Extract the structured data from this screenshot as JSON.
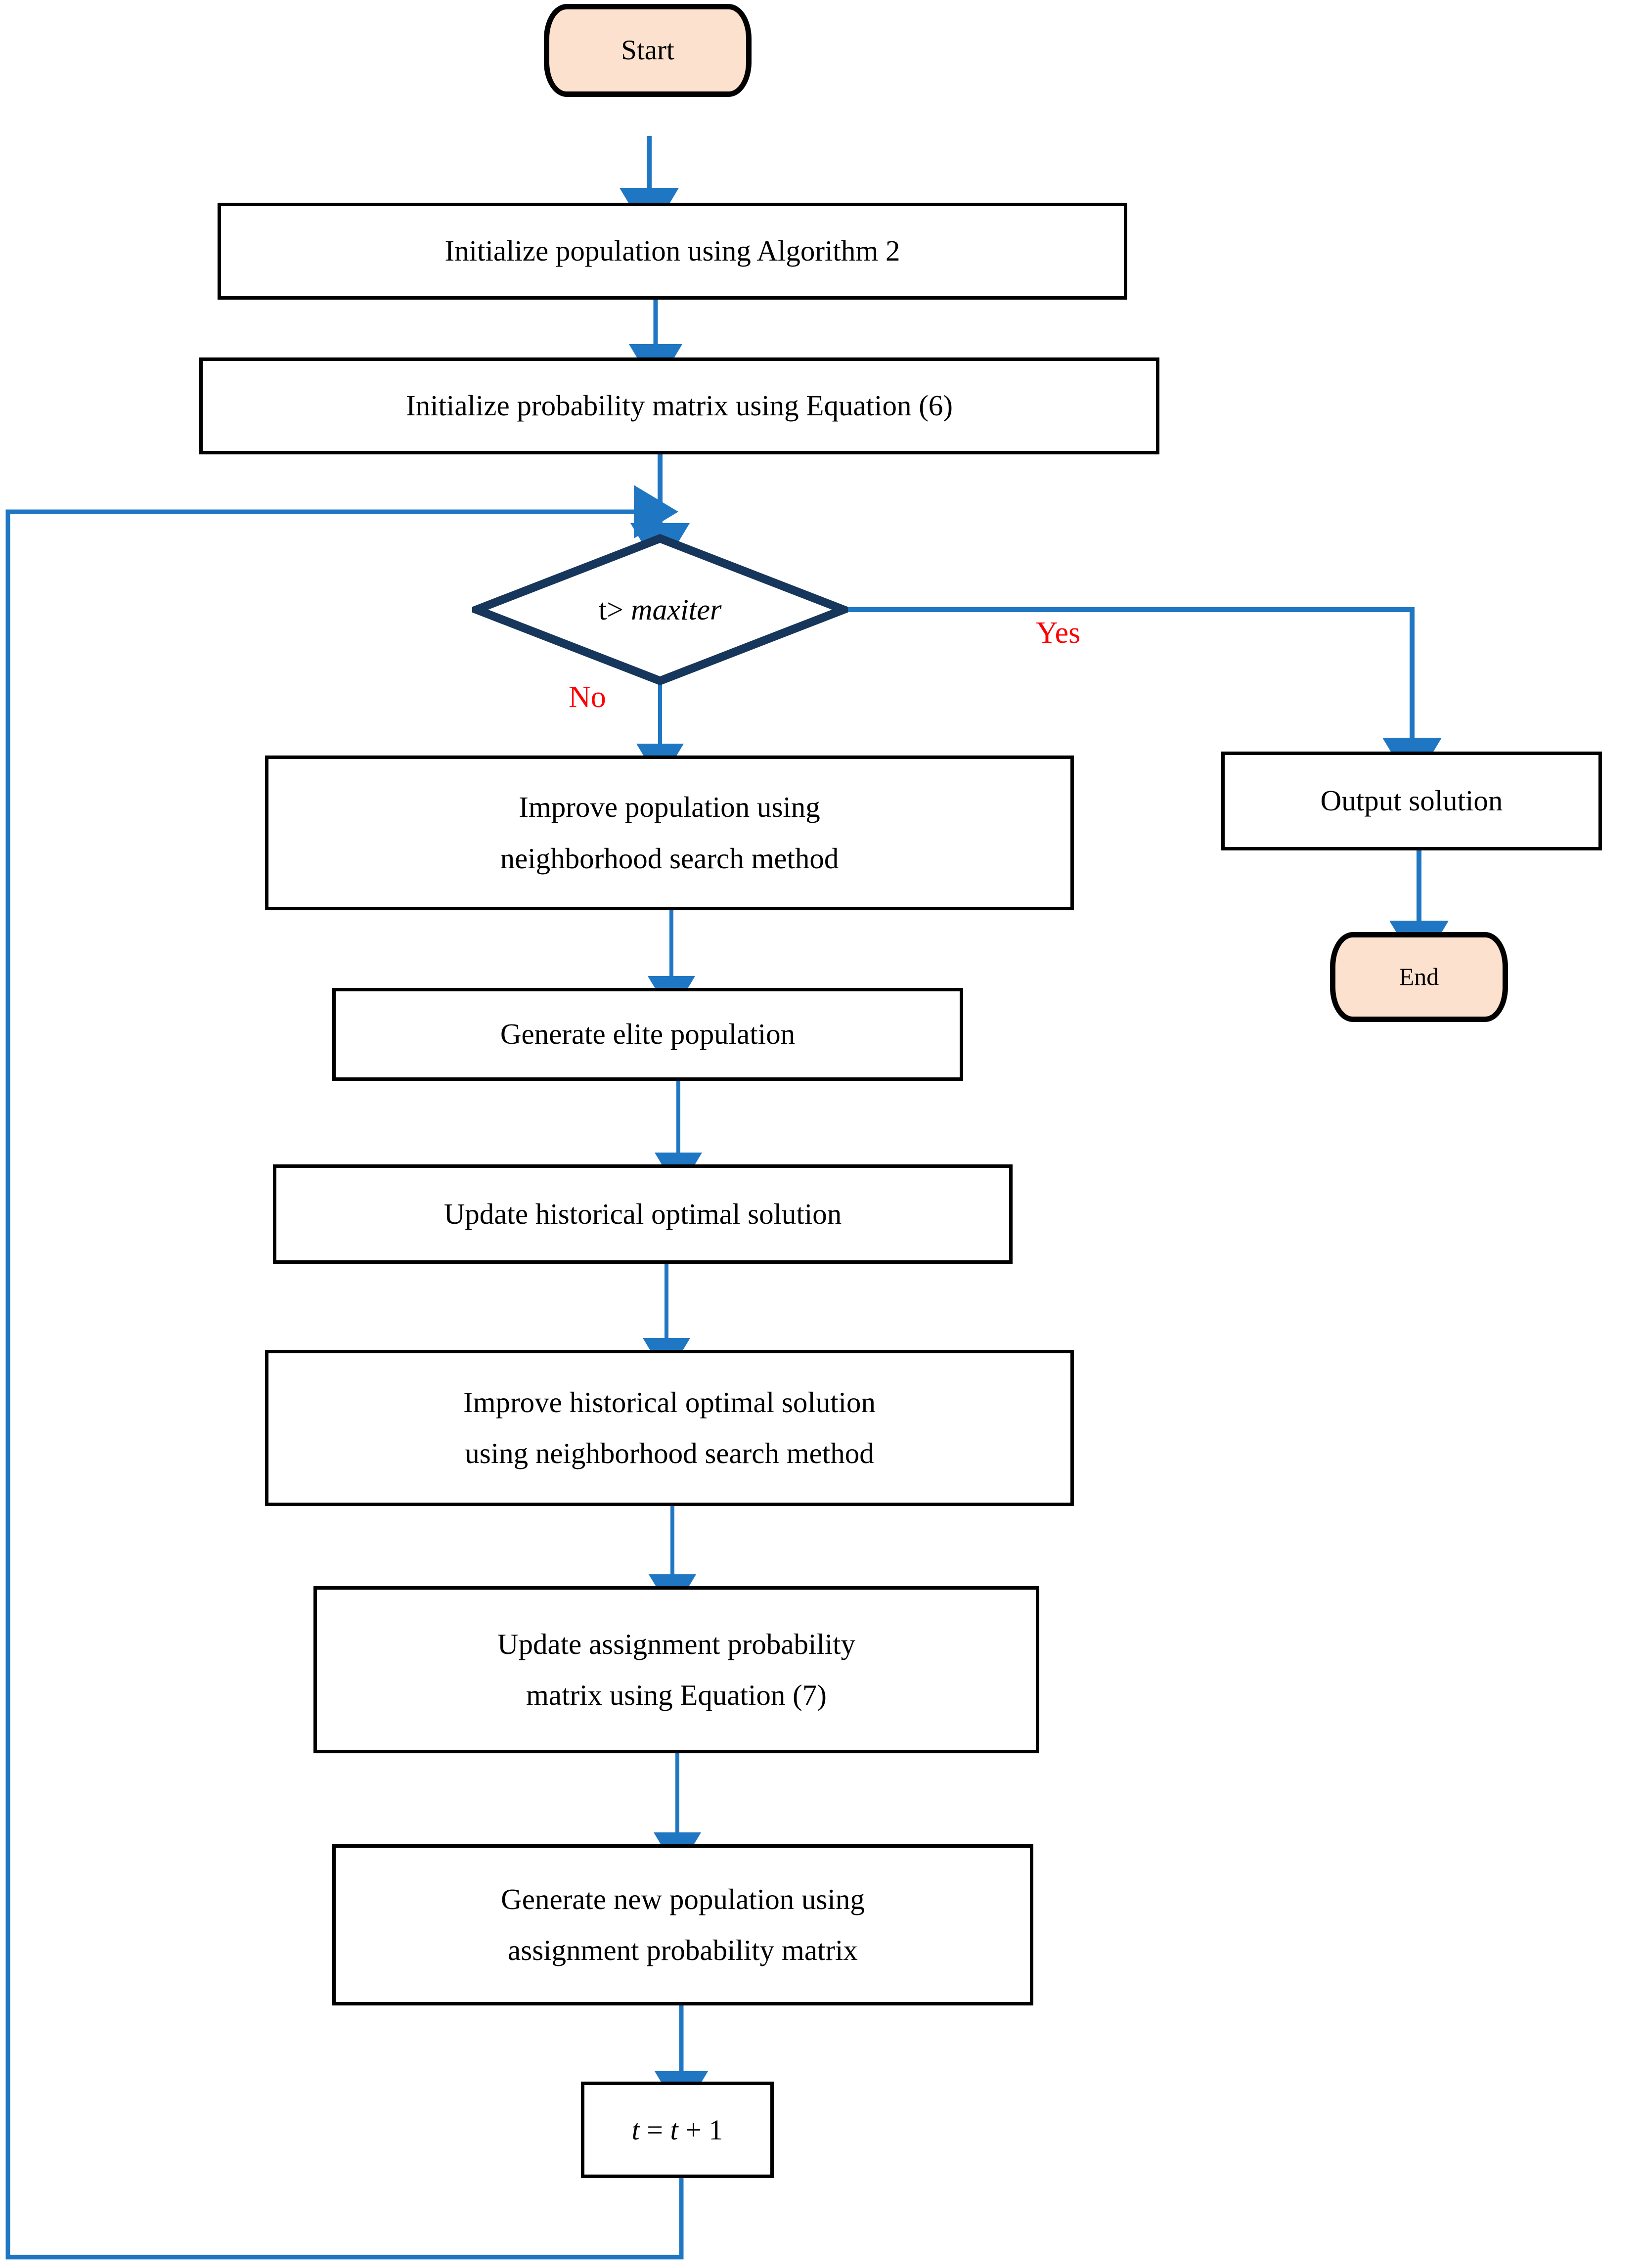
{
  "diagram": {
    "type": "flowchart",
    "title": "",
    "accent_arrow_color": "#1F77C4",
    "decision_border_color": "#16365C",
    "terminal_fill_color": "#FCE1CE",
    "terminal_border_color": "#000000",
    "process_border_color": "#000000",
    "label_color": "#FF0000",
    "background_color": "#FFFFFF"
  },
  "nodes": {
    "start": {
      "label": "Start",
      "shape": "terminator"
    },
    "init_population": {
      "label": "Initialize population using Algorithm 2",
      "shape": "process"
    },
    "init_probability": {
      "label": "Initialize probability matrix using Equation (6)",
      "shape": "process"
    },
    "decision": {
      "label_prefix": "t>",
      "label_italic": "maxiter",
      "shape": "decision"
    },
    "improve_population": {
      "line1": "Improve population using",
      "line2": "neighborhood search method",
      "shape": "process"
    },
    "generate_elite": {
      "label": "Generate elite population",
      "shape": "process"
    },
    "update_historical": {
      "label": "Update historical optimal solution",
      "shape": "process"
    },
    "improve_historical": {
      "line1": "Improve historical optimal solution",
      "line2": "using neighborhood search method",
      "shape": "process"
    },
    "update_assignment": {
      "line1": "Update assignment probability",
      "line2": "matrix using Equation (7)",
      "shape": "process"
    },
    "generate_new_population": {
      "line1": "Generate new population using",
      "line2": "assignment probability matrix",
      "shape": "process"
    },
    "increment": {
      "var1": "t",
      "eq": "=",
      "var2": "t",
      "plus": "+",
      "one": "1",
      "shape": "process"
    },
    "output_solution": {
      "label": "Output solution",
      "shape": "process"
    },
    "end": {
      "label": "End",
      "shape": "terminator"
    }
  },
  "edge_labels": {
    "no": "No",
    "yes": "Yes"
  }
}
